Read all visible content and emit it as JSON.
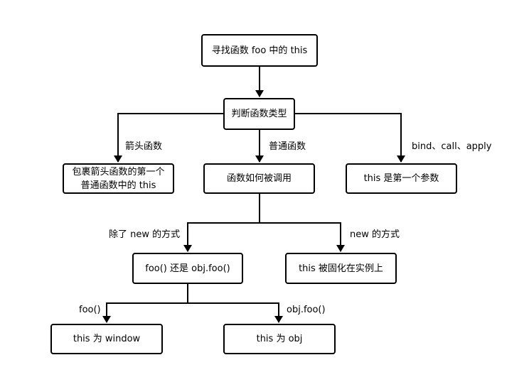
{
  "diagram": {
    "nodes": {
      "root": "寻找函数 foo 中的 this",
      "judge_type": "判断函数类型",
      "arrow_fn": "包裹箭头函数的第一个\n普通函数中的 this",
      "how_called": "函数如何被调用",
      "bind_call_apply_result": "this 是第一个参数",
      "not_new": "foo() 还是 obj.foo()",
      "new_result": "this 被固化在实例上",
      "window_result": "this 为 window",
      "obj_result": "this 为 obj"
    },
    "edge_labels": {
      "arrow_function": "箭头函数",
      "normal_function": "普通函数",
      "bind_call_apply": "bind、call、apply",
      "except_new": "除了 new 的方式",
      "new_way": "new 的方式",
      "foo_call": "foo()",
      "obj_foo_call": "obj.foo()"
    },
    "colors": {
      "stroke": "#000000",
      "background": "#ffffff",
      "text": "#000000"
    }
  }
}
